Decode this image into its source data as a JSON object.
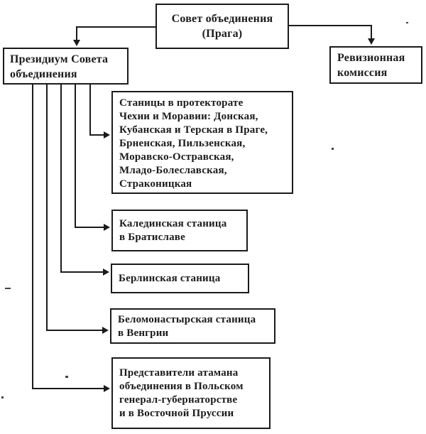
{
  "diagram": {
    "type": "org-chart",
    "background": "#ffffff",
    "ink": "#1b1b1b",
    "nodes": {
      "council": {
        "text": "Совет объединения\n(Прага)"
      },
      "presidium": {
        "text": "Президиум Совета\nобъединения"
      },
      "revision_commission": {
        "text": "Ревизионная\nкомиссия"
      },
      "stanitsy_protectorate": {
        "text": "Станицы в протекторате\nЧехии и Моравии: Донская,\nКубанская и Терская в Праге,\nБрненская, Пильзенская,\nМоравско-Остравская,\nМладо-Болеславская,\nСтраконицкая"
      },
      "kaledinskaya": {
        "text": "Калединская станица\nв Братиславе"
      },
      "berlinskaya": {
        "text": "Берлинская станица"
      },
      "belomonastyrskaya": {
        "text": "Беломонастырская станица\nв Венгрии"
      },
      "representatives": {
        "text": "Представители атамана\nобъединения в Польском\nгенерал-губернаторстве\nи в Восточной Пруссии"
      }
    },
    "edges": [
      {
        "from": "council",
        "to": "presidium"
      },
      {
        "from": "council",
        "to": "revision_commission"
      },
      {
        "from": "presidium",
        "to": "stanitsy_protectorate"
      },
      {
        "from": "presidium",
        "to": "kaledinskaya"
      },
      {
        "from": "presidium",
        "to": "berlinskaya"
      },
      {
        "from": "presidium",
        "to": "belomonastyrskaya"
      },
      {
        "from": "presidium",
        "to": "representatives"
      }
    ]
  }
}
